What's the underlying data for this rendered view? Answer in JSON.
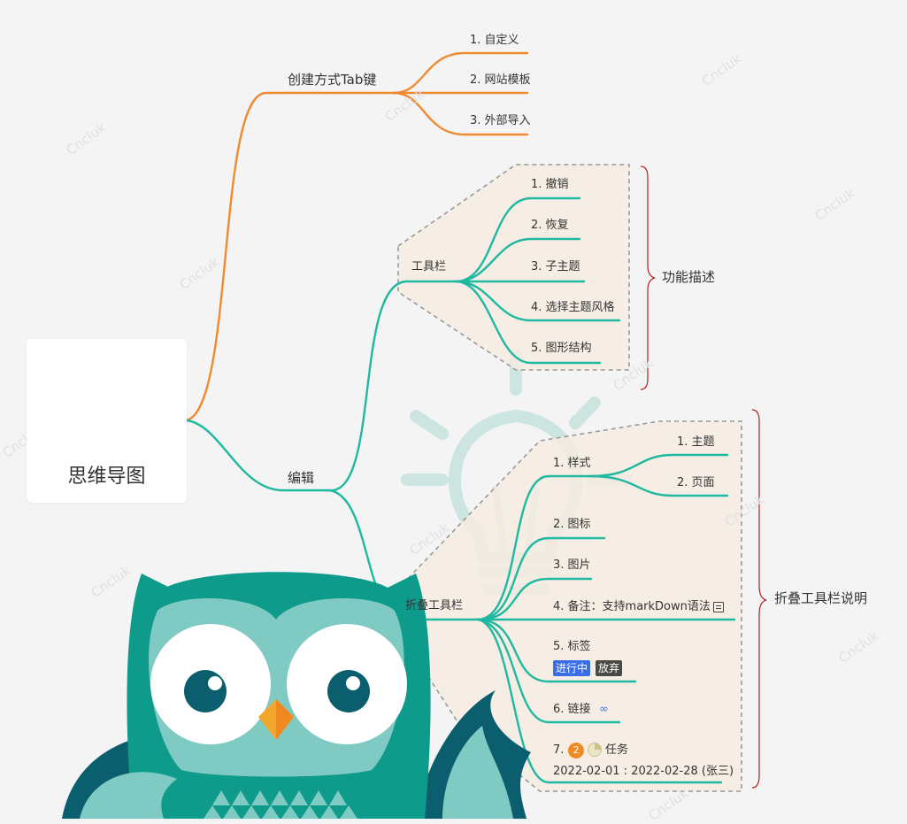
{
  "root": {
    "title": "思维导图"
  },
  "branch_create": {
    "label": "创建方式Tab键",
    "items": [
      "1. 自定义",
      "2. 网站模板",
      "3. 外部导入"
    ]
  },
  "branch_edit": {
    "label": "编辑",
    "toolbar": {
      "label": "工具栏",
      "items": [
        "1. 撤销",
        "2. 恢复",
        "3. 子主题",
        "4. 选择主题风格",
        "5. 图形结构"
      ],
      "summary": "功能描述"
    },
    "fold_toolbar": {
      "label": "折叠工具栏",
      "summary": "折叠工具栏说明",
      "style": {
        "label": "1. 样式",
        "children": [
          "1. 主题",
          "2. 页面"
        ]
      },
      "icon_item": "2. 图标",
      "image_item": "3. 图片",
      "note_item": "4. 备注：支持markDown语法",
      "tag_item": {
        "label": "5. 标签",
        "tags": [
          "进行中",
          "放弃"
        ]
      },
      "link_item": "6. 链接",
      "task_item": {
        "prefix": "7.",
        "priority": "2",
        "label": "任务",
        "dates": "2022-02-01 : 2022-02-28 (张三)"
      }
    }
  },
  "watermark": "Cncluk",
  "colors": {
    "orange": "#f08a30",
    "teal": "#1fb8a0",
    "box_fill": "#f6ece0",
    "bracket": "#b32020",
    "owl_teal": "#0e9b8c",
    "owl_light": "#7fcbc3",
    "owl_dark": "#0a5e6e"
  }
}
